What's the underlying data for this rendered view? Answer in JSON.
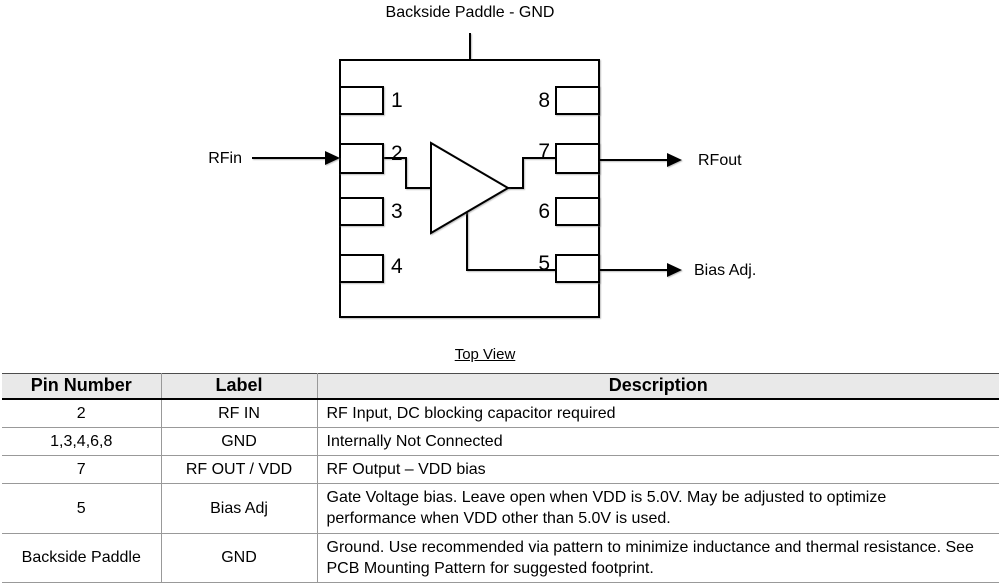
{
  "diagram": {
    "backside_label": "Backside Paddle - GND",
    "top_view_label": "Top View",
    "rfin_label": "RFin",
    "rfout_label": "RFout",
    "bias_adj_label": "Bias Adj.",
    "pin_numbers": [
      "1",
      "2",
      "3",
      "4",
      "5",
      "6",
      "7",
      "8"
    ],
    "symbols": [
      "chip-package-outline",
      "amplifier-triangle",
      "rfin-arrow",
      "rfout-arrow",
      "bias-adj-arrow",
      "backside-paddle-connector"
    ]
  },
  "table": {
    "headers": [
      "Pin Number",
      "Label",
      "Description"
    ],
    "rows": [
      {
        "pin": "2",
        "label": "RF IN",
        "description": "RF Input, DC blocking capacitor required"
      },
      {
        "pin": "1,3,4,6,8",
        "label": "GND",
        "description": "Internally Not Connected"
      },
      {
        "pin": "7",
        "label": "RF OUT / VDD",
        "description": "RF Output – VDD bias"
      },
      {
        "pin": "5",
        "label": "Bias Adj",
        "description": "Gate Voltage bias. Leave open when VDD is 5.0V. May be adjusted to optimize performance when VDD other than 5.0V is used."
      },
      {
        "pin": "Backside Paddle",
        "label": "GND",
        "description": "Ground.  Use recommended via pattern to minimize inductance and thermal resistance. See PCB Mounting Pattern for suggested footprint."
      }
    ]
  },
  "colors": {
    "line": "#000000",
    "header_bg": "#e9e9e9",
    "grid_line": "#999999",
    "background": "#ffffff"
  }
}
